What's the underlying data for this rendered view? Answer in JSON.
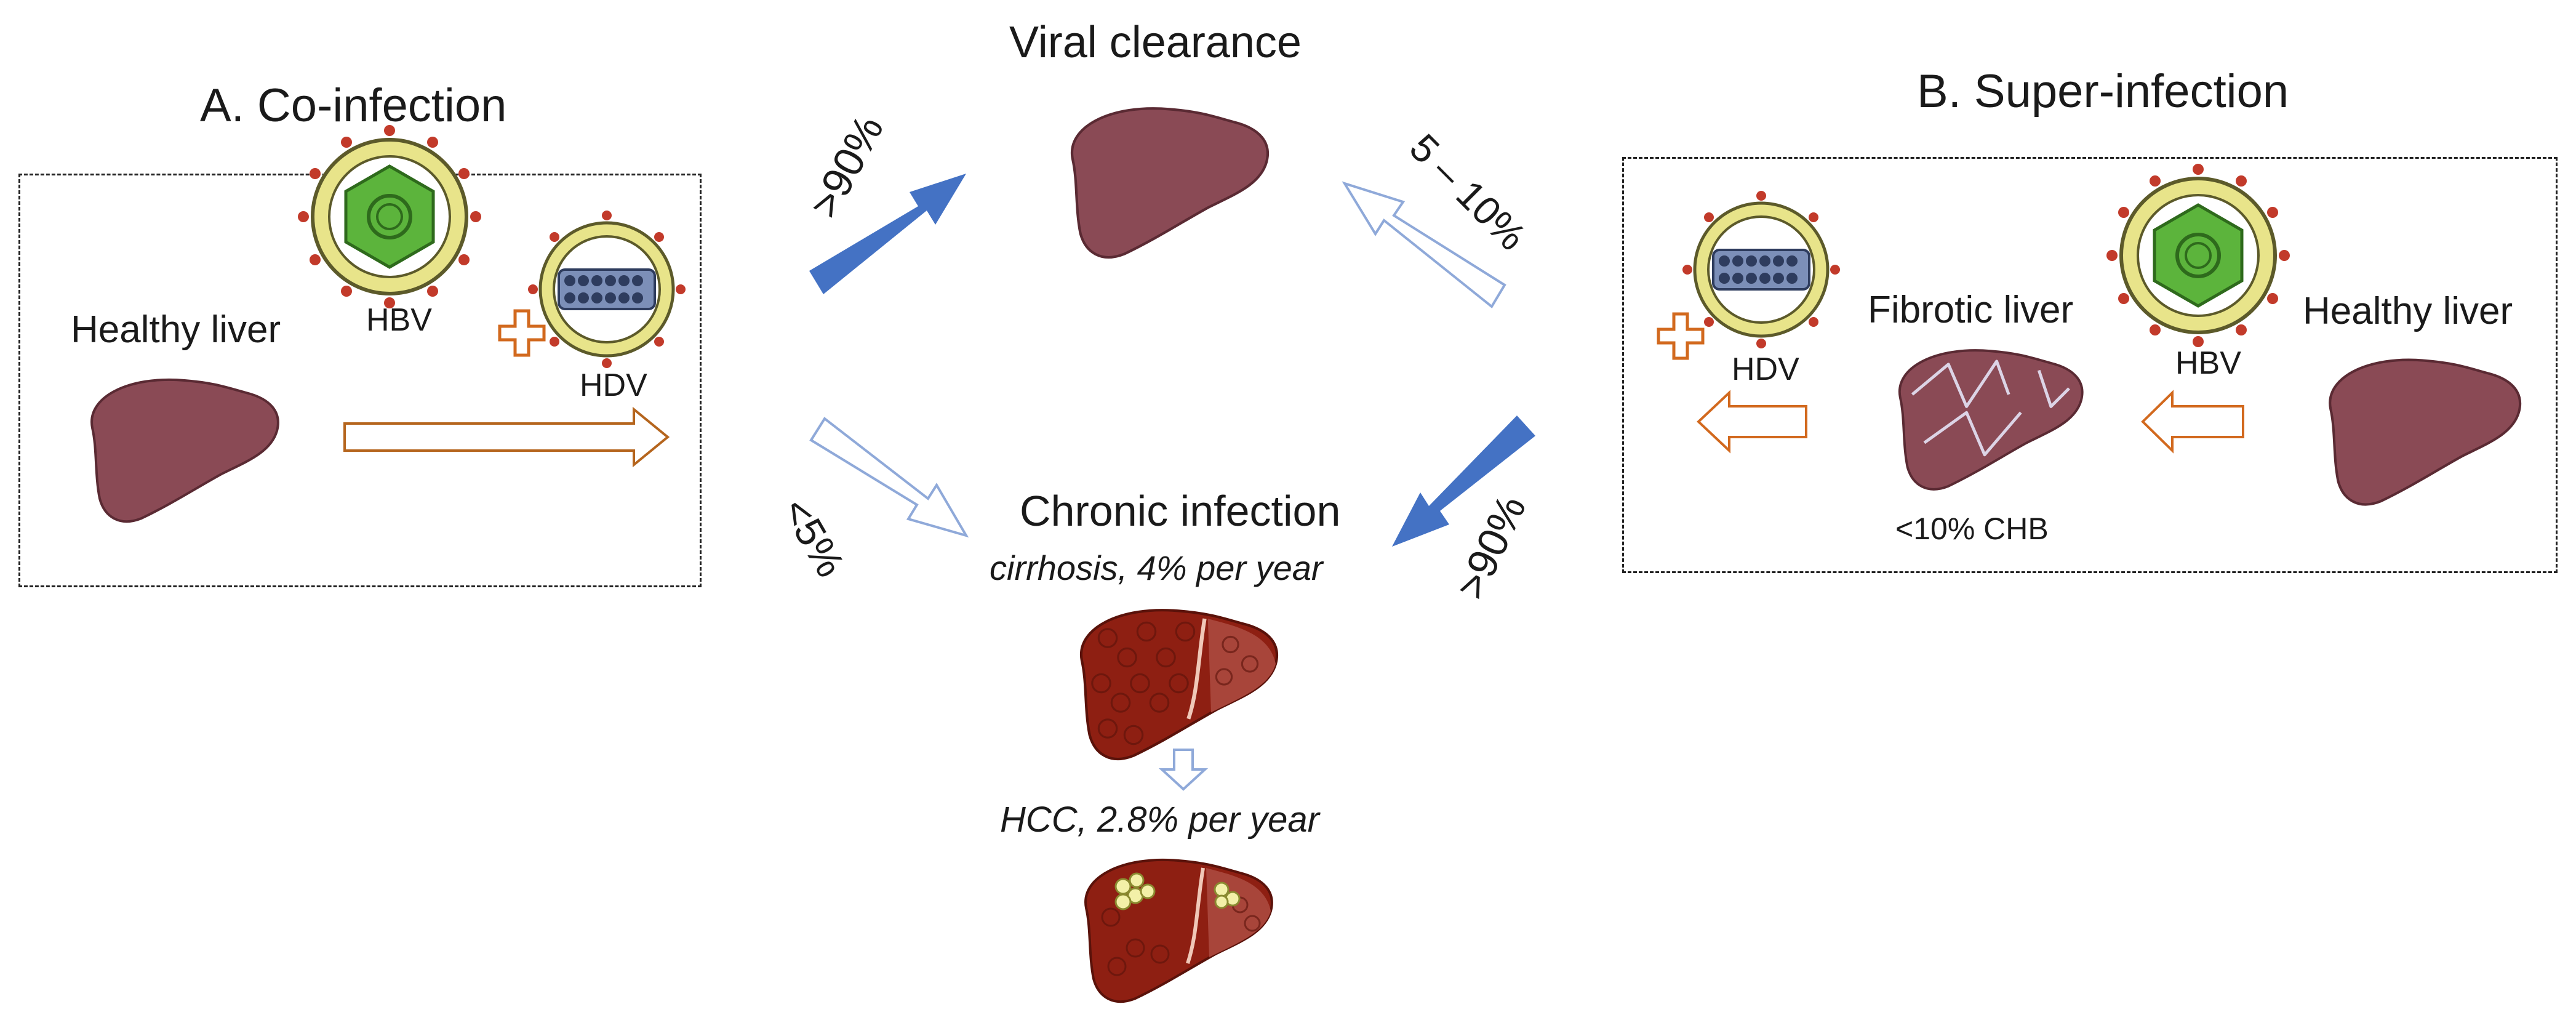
{
  "panel_a": {
    "title": "A. Co-infection",
    "healthy_liver": "Healthy liver",
    "hbv": "HBV",
    "hdv": "HDV"
  },
  "panel_b": {
    "title": "B. Super-infection",
    "healthy_liver": "Healthy liver",
    "fibrotic_liver": "Fibrotic liver",
    "chb_note": "<10% CHB",
    "hbv": "HBV",
    "hdv": "HDV"
  },
  "outcomes": {
    "viral_clearance": "Viral clearance",
    "chronic_infection": "Chronic infection",
    "cirrhosis_rate": "cirrhosis, 4% per year",
    "hcc_rate": "HCC, 2.8% per year"
  },
  "arrows": {
    "coinfection_to_clearance": ">90%",
    "coinfection_to_chronic": "<5%",
    "superinfection_to_clearance": "5 – 10%",
    "superinfection_to_chronic": ">90%"
  },
  "colors": {
    "healthy_liver": "#8a4a55",
    "diseased_liver": "#8e1f12",
    "strong_arrow": "#4472c4",
    "weak_arrow": "#8fa9d9",
    "process_arrow": "#d2691e",
    "hbv_core": "#5cb43c",
    "hdv_core": "#4a5f86",
    "envelope": "#e8e48a"
  }
}
